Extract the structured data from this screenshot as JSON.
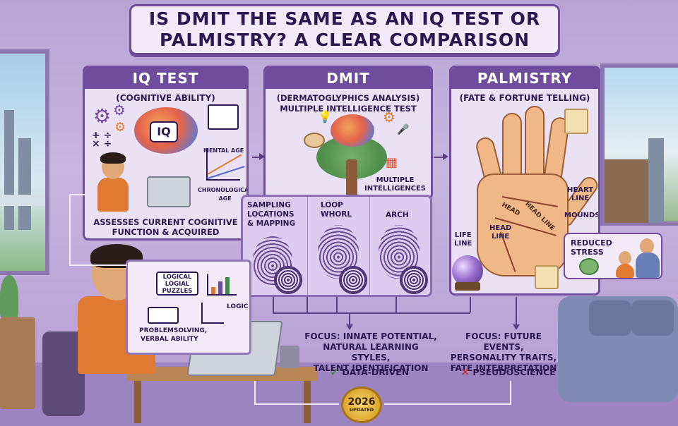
{
  "title": {
    "line1": "IS DMIT THE SAME AS AN IQ TEST OR",
    "line2": "PALMISTRY? A CLEAR COMPARISON"
  },
  "iq_panel": {
    "header": "IQ TEST",
    "subtitle": "(COGNITIVE ABILITY)",
    "badge": "IQ",
    "mental_age": "MENTAL AGE",
    "chronological_age": "CHRONOLOGICAL AGE",
    "description_line1": "ASSESSES CURRENT COGNITIVE",
    "description_line2": "FUNCTION & ACQUIRED KNOWLEDGE"
  },
  "dmit_panel": {
    "header": "DMIT",
    "subtitle_line1": "(DERMATOGLYPHICS ANALYSIS)",
    "subtitle_line2": "MULTIPLE INTELLIGENCE TEST",
    "multiple_line1": "MULTIPLE",
    "multiple_line2": "INTELLIGENCES"
  },
  "fingerprints": {
    "col1_line1": "SAMPLING",
    "col1_line2": "LOCATIONS",
    "col1_line3": "& MAPPING",
    "col2_line1": "LOOP",
    "col2_line2": "WHORL",
    "col3": "ARCH"
  },
  "palmistry_panel": {
    "header": "PALMISTRY",
    "subtitle": "(FATE & FORTUNE TELLING)",
    "heart_line1": "HEART",
    "heart_line2": "LINE",
    "mounds": "MOUNDS",
    "life_line1": "LIFE",
    "life_line2": "LINE",
    "head_line1": "HEAD",
    "head_line2": "LINE",
    "head_tag": "HEAD",
    "head_line_tag": "HEAD LINE"
  },
  "reduced_stress": {
    "line1": "REDUCED",
    "line2": "STRESS"
  },
  "logic_panel": {
    "tag_line1": "LOGICAL",
    "tag_line2": "LOGIAL",
    "tag_line3": "PUZZLES",
    "logic": "LOGIC",
    "problem": "PROBLEMSOLVING,",
    "verbal": "VERBAL ABILITY"
  },
  "dmit_focus": {
    "line1": "FOCUS: INNATE POTENTIAL,",
    "line2": "NATURAL LEARNING STYLES,",
    "line3": "TALENT IDENTIFICATION",
    "verdict": "DATA-DRIVEN"
  },
  "palm_focus": {
    "line1": "FOCUS: FUTURE EVENTS,",
    "line2": "PERSONALITY TRAITS,",
    "line3": "FATE INTERPRETATION",
    "verdict": "PSEUDOSCIENCE"
  },
  "seal": {
    "year": "2026",
    "label": "UPDATED"
  },
  "icons": {
    "laptop": "",
    "check": "✓",
    "cross": "✕",
    "gear": "⚙",
    "bulb": "💡",
    "mic": "🎤",
    "cube": "▦"
  },
  "colors": {
    "accent": "#6f4d9c",
    "panel_bg": "#ebe1f5",
    "check": "#2f8a3a",
    "cross": "#cc2d2d"
  }
}
